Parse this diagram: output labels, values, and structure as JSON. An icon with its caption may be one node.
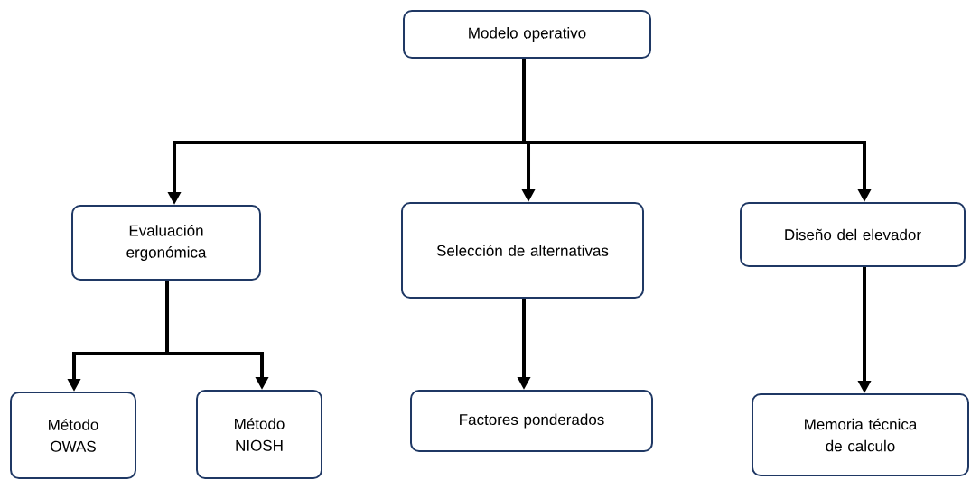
{
  "diagram": {
    "nodes": [
      {
        "text": [
          "Modelo operativo"
        ]
      },
      {
        "text": [
          "Evaluación ergonómica"
        ]
      },
      {
        "text": [
          "Selección de alternativas"
        ]
      },
      {
        "text": [
          "Diseño del elevador"
        ]
      },
      {
        "text": [
          "Método OWAS"
        ]
      },
      {
        "text": [
          "Método NIOSH"
        ]
      },
      {
        "text": [
          "Factores ponderados"
        ]
      },
      {
        "text": [
          "Memoria técnica de calculo"
        ]
      }
    ],
    "edges": [
      {
        "from": 0,
        "to": 1,
        "arrow": "to"
      },
      {
        "from": 0,
        "to": 2,
        "arrow": "to"
      },
      {
        "from": 0,
        "to": 3,
        "arrow": "to"
      },
      {
        "from": 1,
        "to": 4,
        "arrow": "to"
      },
      {
        "from": 1,
        "to": 5,
        "arrow": "to"
      },
      {
        "from": 2,
        "to": 6,
        "arrow": "to"
      },
      {
        "from": 3,
        "to": 7,
        "arrow": "to"
      }
    ]
  }
}
